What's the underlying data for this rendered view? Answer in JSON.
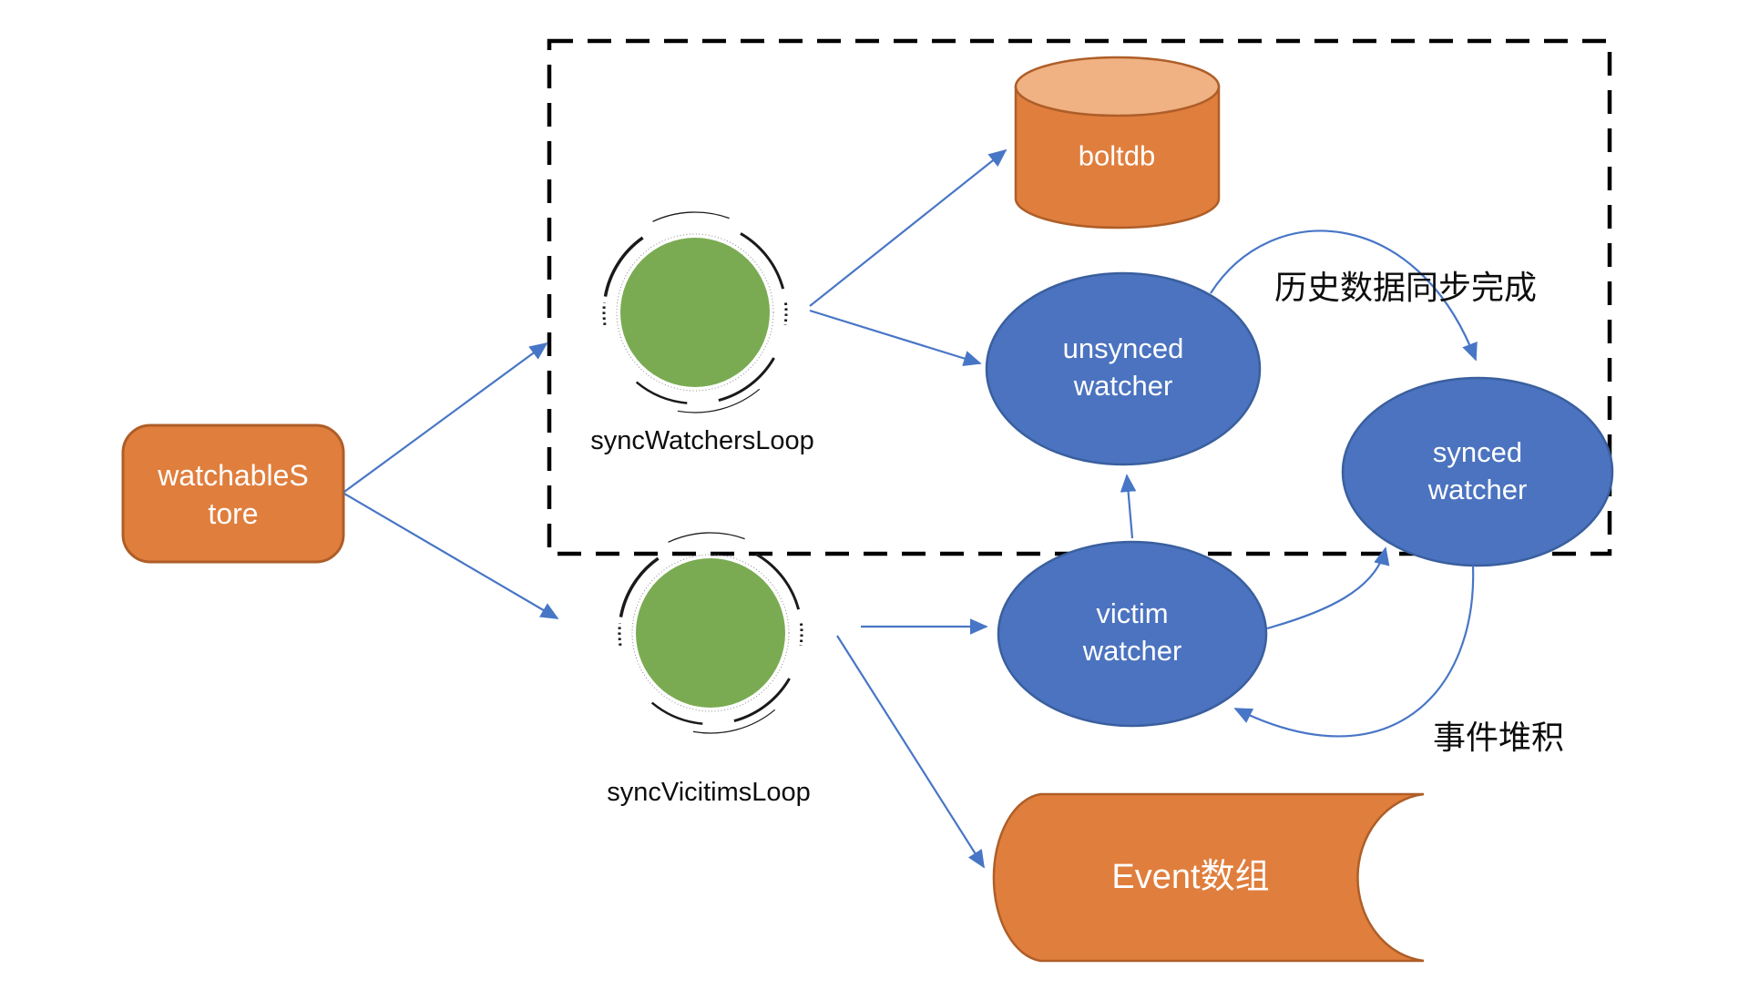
{
  "diagram": {
    "title": "watchableStore watcher sync diagram",
    "colors": {
      "orange_fill": "#E07E3D",
      "orange_stroke": "#AE5E28",
      "cylinder_top_fill": "#F0B183",
      "blue_fill": "#4B73BF",
      "blue_stroke": "#3A5F9E",
      "green_fill": "#7AAB52",
      "arrow_blue": "#4876C6",
      "dashed_border": "#000000"
    },
    "nodes": {
      "watchable_store": {
        "label_line1": "watchableS",
        "label_line2": "tore"
      },
      "boltdb": {
        "label": "boltdb"
      },
      "unsynced_watcher": {
        "label": "unsynced watcher"
      },
      "synced_watcher": {
        "label": "synced watcher"
      },
      "victim_watcher": {
        "label": "victim watcher"
      },
      "event_array": {
        "label": "Event数组"
      },
      "sync_watchers_loop": {
        "label": "syncWatchersLoop"
      },
      "sync_vicitims_loop": {
        "label": "syncVicitimsLoop"
      }
    },
    "annotations": {
      "history_sync_done": "历史数据同步完成",
      "event_pileup": "事件堆积"
    }
  }
}
